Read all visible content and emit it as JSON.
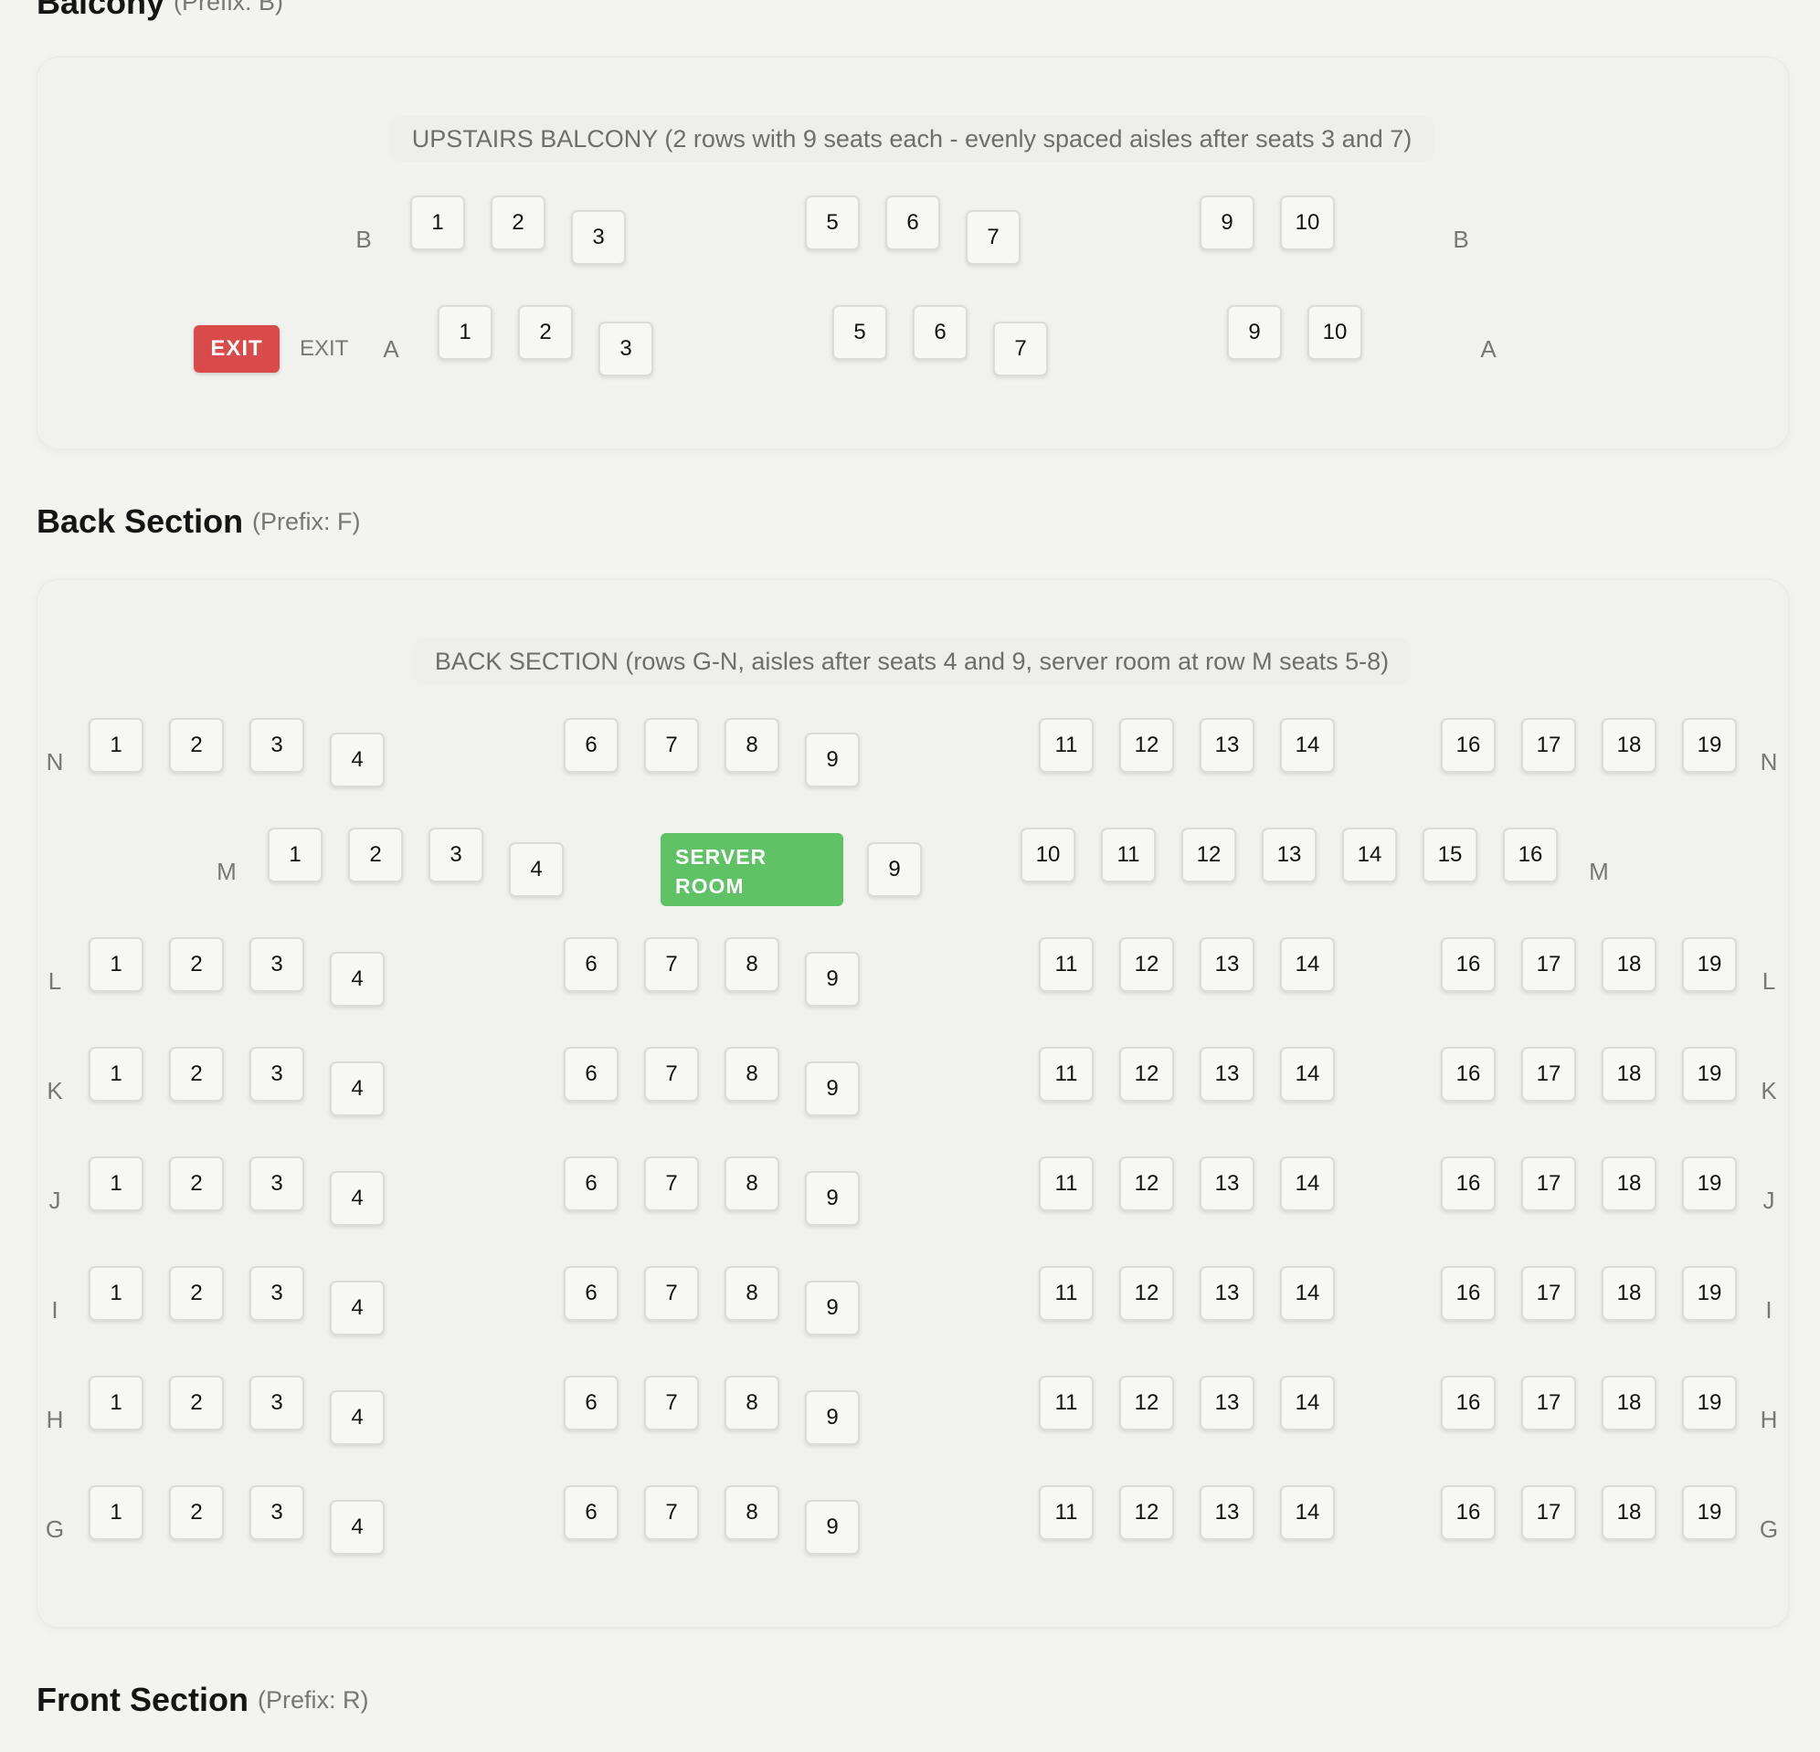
{
  "sections": {
    "balcony": {
      "title": "Balcony",
      "prefix": "(Prefix: B)",
      "caption": "UPSTAIRS BALCONY (2 rows with 9 seats each - evenly spaced aisles after seats 3 and 7)"
    },
    "back": {
      "title": "Back Section",
      "prefix": "(Prefix: F)",
      "caption": "BACK SECTION (rows G-N, aisles after seats 4 and 9, server room at row M seats 5-8)"
    },
    "front": {
      "title": "Front Section",
      "prefix": "(Prefix: R)"
    }
  },
  "exit": {
    "button": "EXIT",
    "text": "EXIT"
  },
  "server_room": {
    "line1": "SERVER",
    "line2": "ROOM"
  },
  "balcony_rows": [
    {
      "label": "B",
      "seats": [
        "1",
        "2",
        "3",
        "5",
        "6",
        "7",
        "9",
        "10"
      ]
    },
    {
      "label": "A",
      "seats": [
        "1",
        "2",
        "3",
        "5",
        "6",
        "7",
        "9",
        "10"
      ]
    }
  ],
  "back_rows": [
    {
      "label": "N",
      "seats": [
        "1",
        "2",
        "3",
        "4",
        "6",
        "7",
        "8",
        "9",
        "11",
        "12",
        "13",
        "14",
        "16",
        "17",
        "18",
        "19"
      ]
    },
    {
      "label": "M",
      "seats": [
        "1",
        "2",
        "3",
        "4",
        "9",
        "10",
        "11",
        "12",
        "13",
        "14",
        "15",
        "16"
      ]
    },
    {
      "label": "L",
      "seats": [
        "1",
        "2",
        "3",
        "4",
        "6",
        "7",
        "8",
        "9",
        "11",
        "12",
        "13",
        "14",
        "16",
        "17",
        "18",
        "19"
      ]
    },
    {
      "label": "K",
      "seats": [
        "1",
        "2",
        "3",
        "4",
        "6",
        "7",
        "8",
        "9",
        "11",
        "12",
        "13",
        "14",
        "16",
        "17",
        "18",
        "19"
      ]
    },
    {
      "label": "J",
      "seats": [
        "1",
        "2",
        "3",
        "4",
        "6",
        "7",
        "8",
        "9",
        "11",
        "12",
        "13",
        "14",
        "16",
        "17",
        "18",
        "19"
      ]
    },
    {
      "label": "I",
      "seats": [
        "1",
        "2",
        "3",
        "4",
        "6",
        "7",
        "8",
        "9",
        "11",
        "12",
        "13",
        "14",
        "16",
        "17",
        "18",
        "19"
      ]
    },
    {
      "label": "H",
      "seats": [
        "1",
        "2",
        "3",
        "4",
        "6",
        "7",
        "8",
        "9",
        "11",
        "12",
        "13",
        "14",
        "16",
        "17",
        "18",
        "19"
      ]
    },
    {
      "label": "G",
      "seats": [
        "1",
        "2",
        "3",
        "4",
        "6",
        "7",
        "8",
        "9",
        "11",
        "12",
        "13",
        "14",
        "16",
        "17",
        "18",
        "19"
      ]
    }
  ],
  "colors": {
    "exit": "#d94a4a",
    "server_room": "#5fc265",
    "background": "#f3f3ef"
  }
}
